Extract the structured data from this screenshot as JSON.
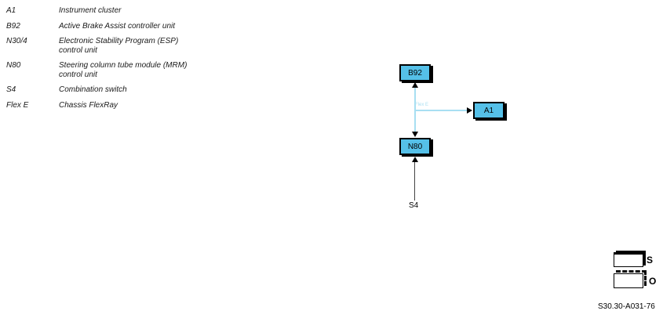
{
  "legend": {
    "items": [
      {
        "code": "A1",
        "desc": "Instrument cluster"
      },
      {
        "code": "B92",
        "desc": "Active Brake Assist controller unit"
      },
      {
        "code": "N30/4",
        "desc": "Electronic Stability Program (ESP)\ncontrol unit"
      },
      {
        "code": "N80",
        "desc": "Steering column tube module (MRM)\ncontrol unit"
      },
      {
        "code": "S4",
        "desc": "Combination switch"
      },
      {
        "code": "Flex E",
        "desc": "Chassis FlexRay"
      }
    ]
  },
  "diagram": {
    "nodes": [
      {
        "id": "B92",
        "label": "B92"
      },
      {
        "id": "A1",
        "label": "A1"
      },
      {
        "id": "N80",
        "label": "N80"
      }
    ],
    "bus_label": "Flex E",
    "source_label": "S4"
  },
  "key": {
    "standard_label": "S",
    "optional_label": "O"
  },
  "caption": "S30.30-A031-76",
  "colors": {
    "node-fill": "#55C0E8",
    "bus-line": "#A8DFF2",
    "signal-line": "#444444",
    "box-border": "#000000",
    "text": "#1a1a1a"
  }
}
